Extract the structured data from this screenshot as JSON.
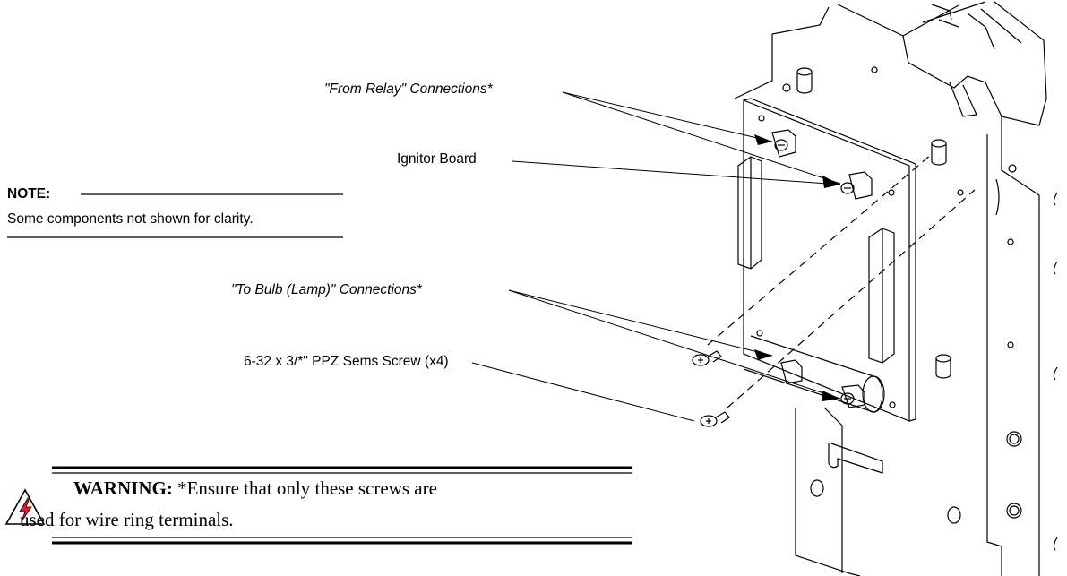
{
  "labels": {
    "from_relay": "\"From Relay\" Connections*",
    "ignitor_board": "Ignitor Board",
    "to_bulb": "\"To Bulb (Lamp)\" Connections*",
    "screw": "6-32 x 3/*\" PPZ Sems Screw (x4)"
  },
  "note": {
    "heading": "NOTE:",
    "text": "Some components not shown for clarity."
  },
  "warning": {
    "heading": "WARNING:",
    "line1": "*Ensure that only these screws are",
    "line2": "used for wire ring terminals."
  },
  "colors": {
    "warning_icon_fill": "#e8162b",
    "line": "#000000"
  },
  "icons": {
    "warning": "high-voltage-warning-icon"
  }
}
